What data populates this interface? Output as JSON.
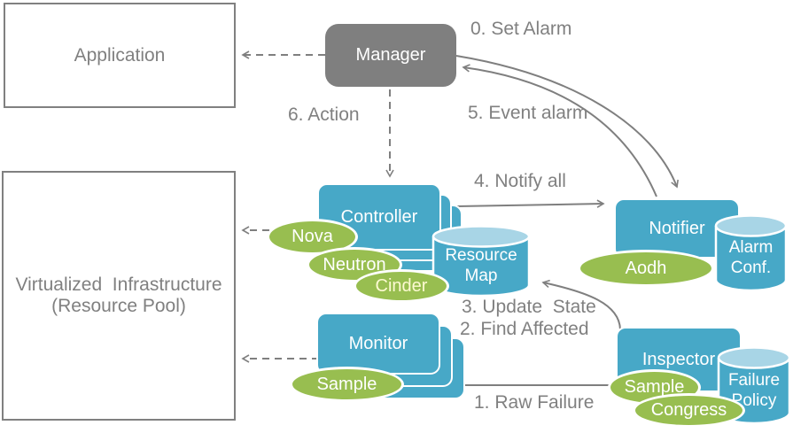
{
  "diagram": {
    "boxes": {
      "application": "Application",
      "virt_infra_line1": "Virtualized  Infrastructure",
      "virt_infra_line2": "(Resource Pool)"
    },
    "components": {
      "manager": "Manager",
      "controller": "Controller",
      "monitor": "Monitor",
      "notifier": "Notifier",
      "inspector": "Inspector"
    },
    "datastores": {
      "resource_map_line1": "Resource",
      "resource_map_line2": "Map",
      "alarm_conf_line1": "Alarm",
      "alarm_conf_line2": "Conf.",
      "failure_policy_line1": "Failure",
      "failure_policy_line2": "Policy"
    },
    "plugins": {
      "nova": "Nova",
      "neutron": "Neutron",
      "cinder": "Cinder",
      "aodh": "Aodh",
      "monitor_sample": "Sample",
      "inspector_sample": "Sample",
      "congress": "Congress"
    },
    "steps": {
      "step0": "0. Set Alarm",
      "step1": "1. Raw Failure",
      "step2": "2. Find Affected",
      "step3": "3. Update  State",
      "step4": "4. Notify all",
      "step5": "5. Event alarm",
      "step6": "6. Action"
    },
    "colors": {
      "teal": "#47a8c7",
      "teal_light": "#a8d5e6",
      "green": "#98be50",
      "node_gray": "#7f7f7f",
      "line_gray": "#7f7f7f",
      "text_gray": "#808080",
      "cinder_text": "#fdfad2"
    }
  }
}
